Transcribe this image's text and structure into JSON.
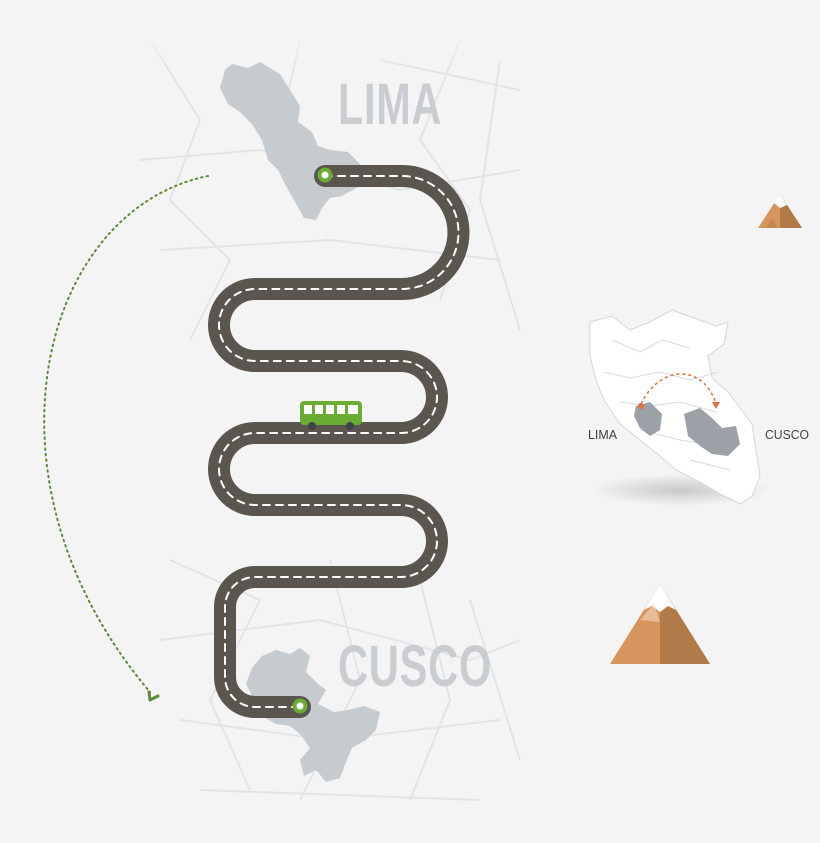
{
  "route": {
    "origin_label": "LIMA",
    "destination_label": "CUSCO"
  },
  "mini_map": {
    "origin_label": "LIMA",
    "destination_label": "CUSCO"
  },
  "colors": {
    "background": "#f4f4f4",
    "road": "#5a554e",
    "road_dash": "#ffffff",
    "bus": "#6aac34",
    "region_fill": "#c6cbcf",
    "city_text": "#c9cdd2",
    "dotted_arrow": "#5c8a36",
    "mountain_left": "#d6955c",
    "mountain_right": "#b07a49",
    "mountain_snow": "#ffffff",
    "mini_route": "#e0703c"
  },
  "icons": [
    "bus-icon",
    "mountain-icon",
    "pin-icon",
    "dotted-arrow-icon"
  ]
}
